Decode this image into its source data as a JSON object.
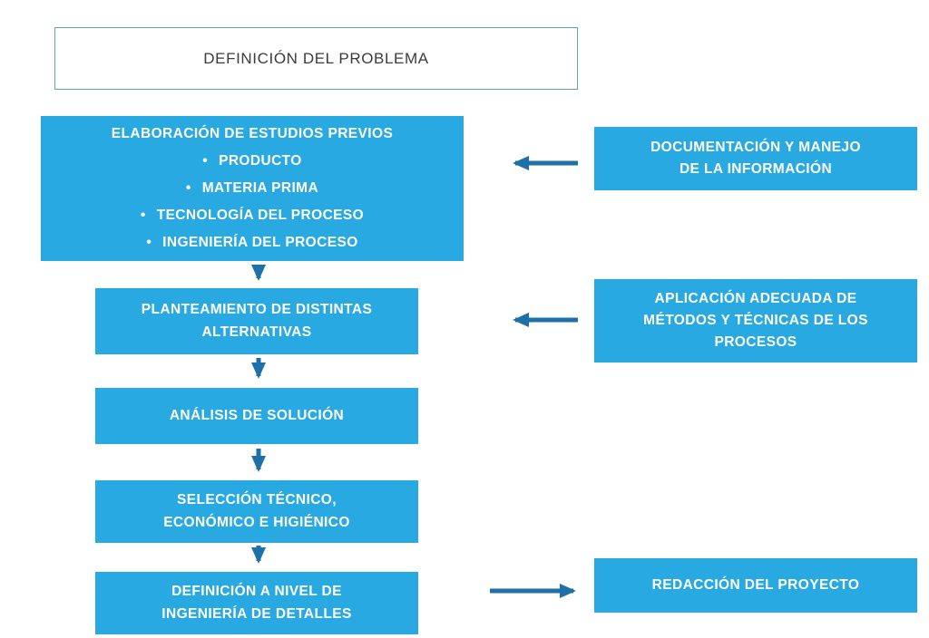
{
  "meta": {
    "bullet_char": "•"
  },
  "colors": {
    "background": "#FFFFFF",
    "box_fill": "#29A9E1",
    "box_text": "#FFFFFF",
    "arrow": "#1D71A8",
    "title_border": "#5BA79B",
    "title_text": "#3B3B3B"
  },
  "title_box": {
    "label": "DEFINICIÓN DEL PROBLEMA"
  },
  "left_column": {
    "estudios": {
      "title": "ELABORACIÓN DE ESTUDIOS PREVIOS",
      "bullets": [
        "PRODUCTO",
        "MATERIA PRIMA",
        "TECNOLOGÍA DEL PROCESO",
        "INGENIERÍA DEL PROCESO"
      ]
    },
    "alternativas": {
      "label": "PLANTEAMIENTO DE DISTINTAS\nALTERNATIVAS"
    },
    "analisis": {
      "label": "ANÁLISIS DE SOLUCIÓN"
    },
    "seleccion": {
      "label": "SELECCIÓN TÉCNICO,\nECONÓMICO E HIGIÉNICO"
    },
    "definicion": {
      "label": "DEFINICIÓN A NIVEL DE\nINGENIERÍA DE DETALLES"
    }
  },
  "right_column": {
    "documentacion": {
      "label": "DOCUMENTACIÓN Y MANEJO\nDE LA INFORMACIÓN"
    },
    "aplicacion": {
      "label": "APLICACIÓN ADECUADA DE\nMÉTODOS Y TÉCNICAS DE LOS\nPROCESOS"
    },
    "redaccion": {
      "label": "REDACCIÓN DEL PROYECTO"
    }
  }
}
